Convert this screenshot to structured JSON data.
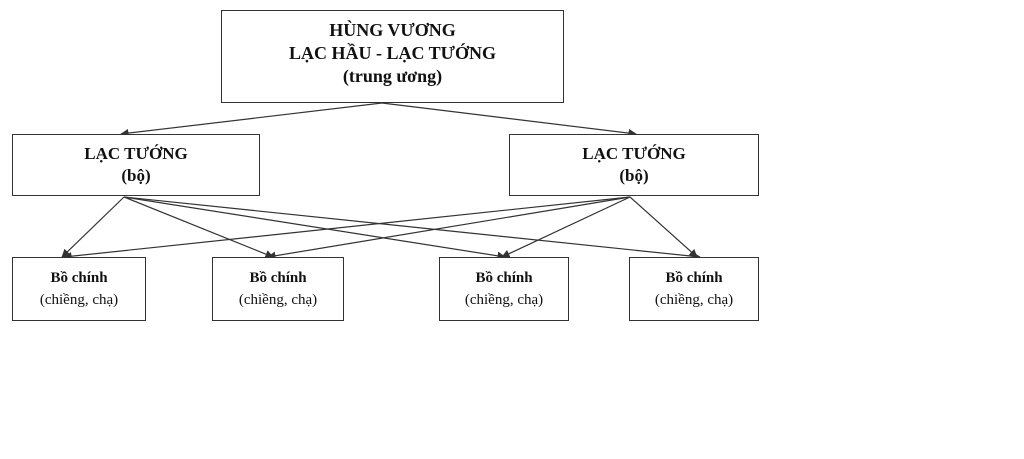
{
  "top": {
    "line1": "HÙNG VƯƠNG",
    "line2": "LẠC HẦU - LẠC TƯỚNG",
    "line3": "(trung ương)"
  },
  "middle": [
    {
      "title": "LẠC TƯỚNG",
      "sub": "(bộ)"
    },
    {
      "title": "LẠC TƯỚNG",
      "sub": "(bộ)"
    }
  ],
  "bottom": [
    {
      "title": "Bồ chính",
      "sub": "(chiềng, chạ)"
    },
    {
      "title": "Bồ chính",
      "sub": "(chiềng, chạ)"
    },
    {
      "title": "Bồ chính",
      "sub": "(chiềng, chạ)"
    },
    {
      "title": "Bồ chính",
      "sub": "(chiềng, chạ)"
    }
  ],
  "colors": {
    "stroke": "#333333",
    "text": "#111111",
    "background": "#ffffff"
  }
}
